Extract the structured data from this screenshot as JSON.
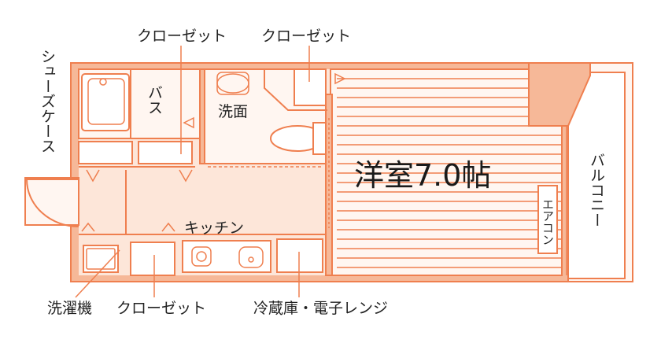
{
  "labels": {
    "closet_top_left": "クローゼット",
    "closet_top_right": "クローゼット",
    "shoe_case": "シューズケース",
    "bath": "バス",
    "washbasin": "洗面",
    "western_room": "洋室7.0帖",
    "balcony": "バルコニー",
    "aircon": "エアコン",
    "kitchen": "キッチン",
    "washing_machine": "洗濯機",
    "closet_bottom": "クローゼット",
    "fridge_range": "冷蔵庫・電子レンジ"
  },
  "colors": {
    "wall_stroke": "#ef7f4f",
    "wall_fill": "#f6b898",
    "floor_fill": "#fde6d9"
  }
}
